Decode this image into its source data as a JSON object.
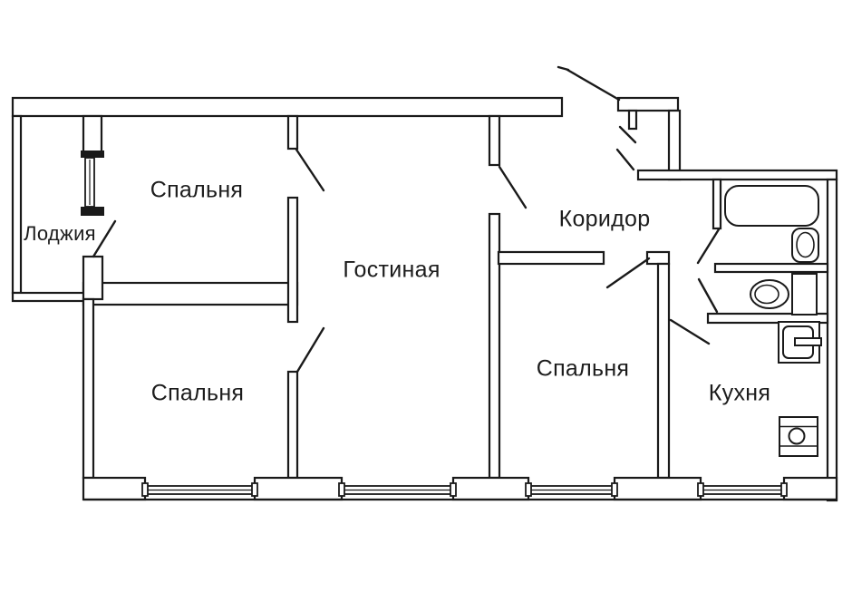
{
  "diagram": {
    "type": "apartment-floor-plan",
    "language": "ru"
  },
  "rooms": {
    "loggia": {
      "label": "Лоджия"
    },
    "bedroom_top_left": {
      "label": "Спальня"
    },
    "bedroom_bottom_left": {
      "label": "Спальня"
    },
    "living_room": {
      "label": "Гостиная"
    },
    "corridor": {
      "label": "Коридор"
    },
    "bedroom_right": {
      "label": "Спальня"
    },
    "kitchen": {
      "label": "Кухня"
    }
  },
  "fixtures": [
    "bathtub",
    "washbasin",
    "toilet",
    "kitchen-sink",
    "stove"
  ],
  "features": {
    "windows": 4,
    "door_swings": 9,
    "entrance_doors": 1
  },
  "colors": {
    "wall": "#1a1a1a",
    "background": "#ffffff"
  }
}
